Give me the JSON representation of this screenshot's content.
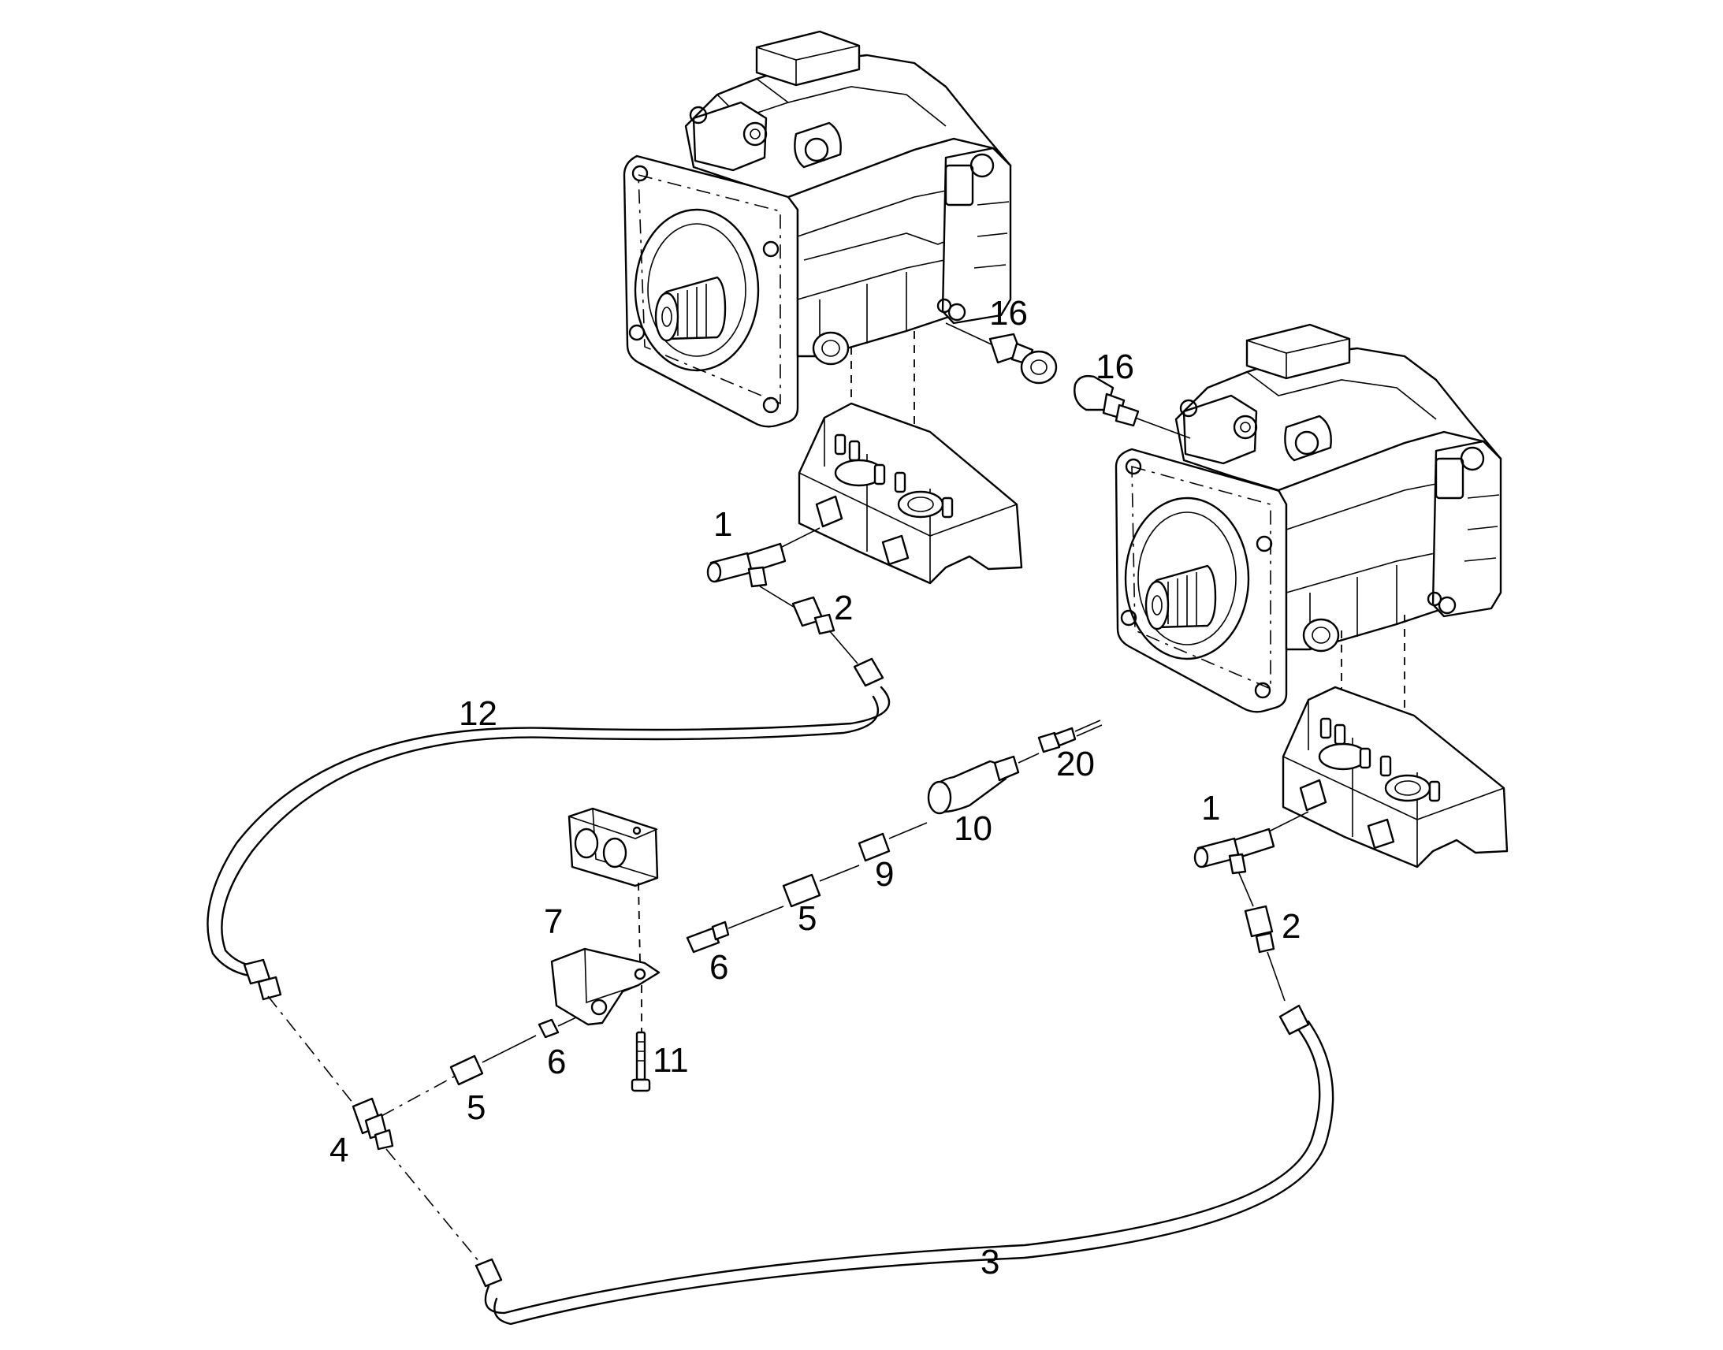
{
  "diagram": {
    "callouts": {
      "c1_upper": "1",
      "c2_upper": "2",
      "c12": "12",
      "c16_left": "16",
      "c16_right": "16",
      "c20": "20",
      "c10": "10",
      "c9": "9",
      "c5_mid": "5",
      "c6_mid": "6",
      "c7": "7",
      "c6_low": "6",
      "c11": "11",
      "c5_low": "5",
      "c4": "4",
      "c3": "3",
      "c1_right": "1",
      "c2_right": "2"
    }
  }
}
